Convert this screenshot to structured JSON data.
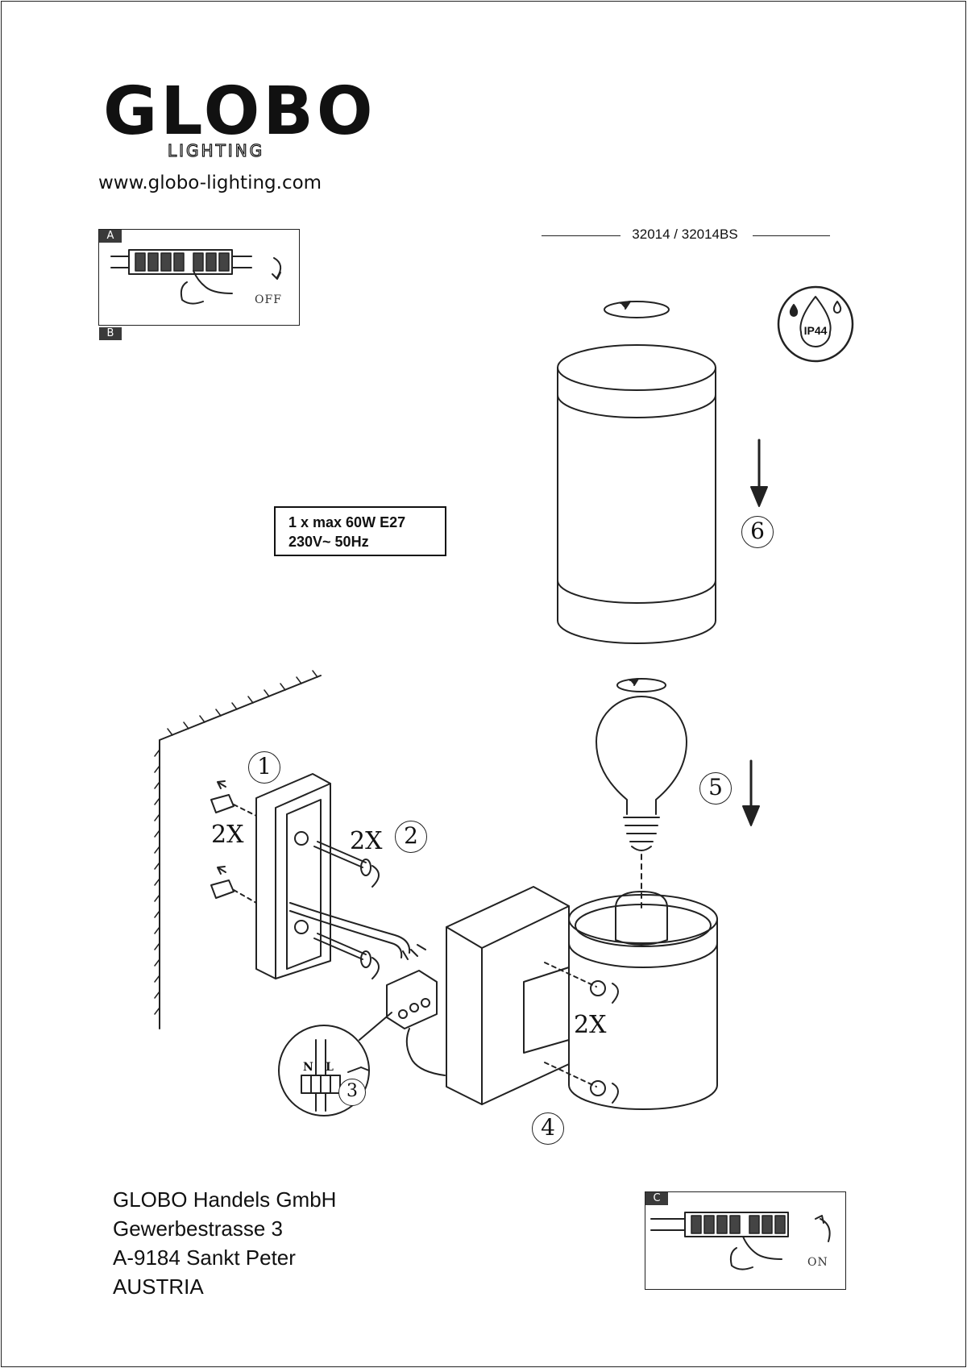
{
  "brand": {
    "name": "GLOBO",
    "sub": "LIGHTING",
    "website": "www.globo-lighting.com"
  },
  "model": "32014 / 32014BS",
  "spec": {
    "line1": "1 x max 60W E27",
    "line2": "230V~ 50Hz"
  },
  "ip_rating": "IP44",
  "panels": {
    "top_left": {
      "tag_top": "A",
      "tag_bottom": "B",
      "caption": "OFF"
    },
    "bottom_right": {
      "tag": "C",
      "caption": "ON"
    }
  },
  "steps": [
    "1",
    "2",
    "3",
    "4",
    "5",
    "6"
  ],
  "quantities": {
    "anchors": "2X",
    "screws": "2X",
    "nuts": "2X"
  },
  "wiring": {
    "neutral": "N",
    "live": "L"
  },
  "address": {
    "company": "GLOBO Handels GmbH",
    "street": "Gewerbestrasse 3",
    "city": "A-9184 Sankt Peter",
    "country": "AUSTRIA"
  }
}
